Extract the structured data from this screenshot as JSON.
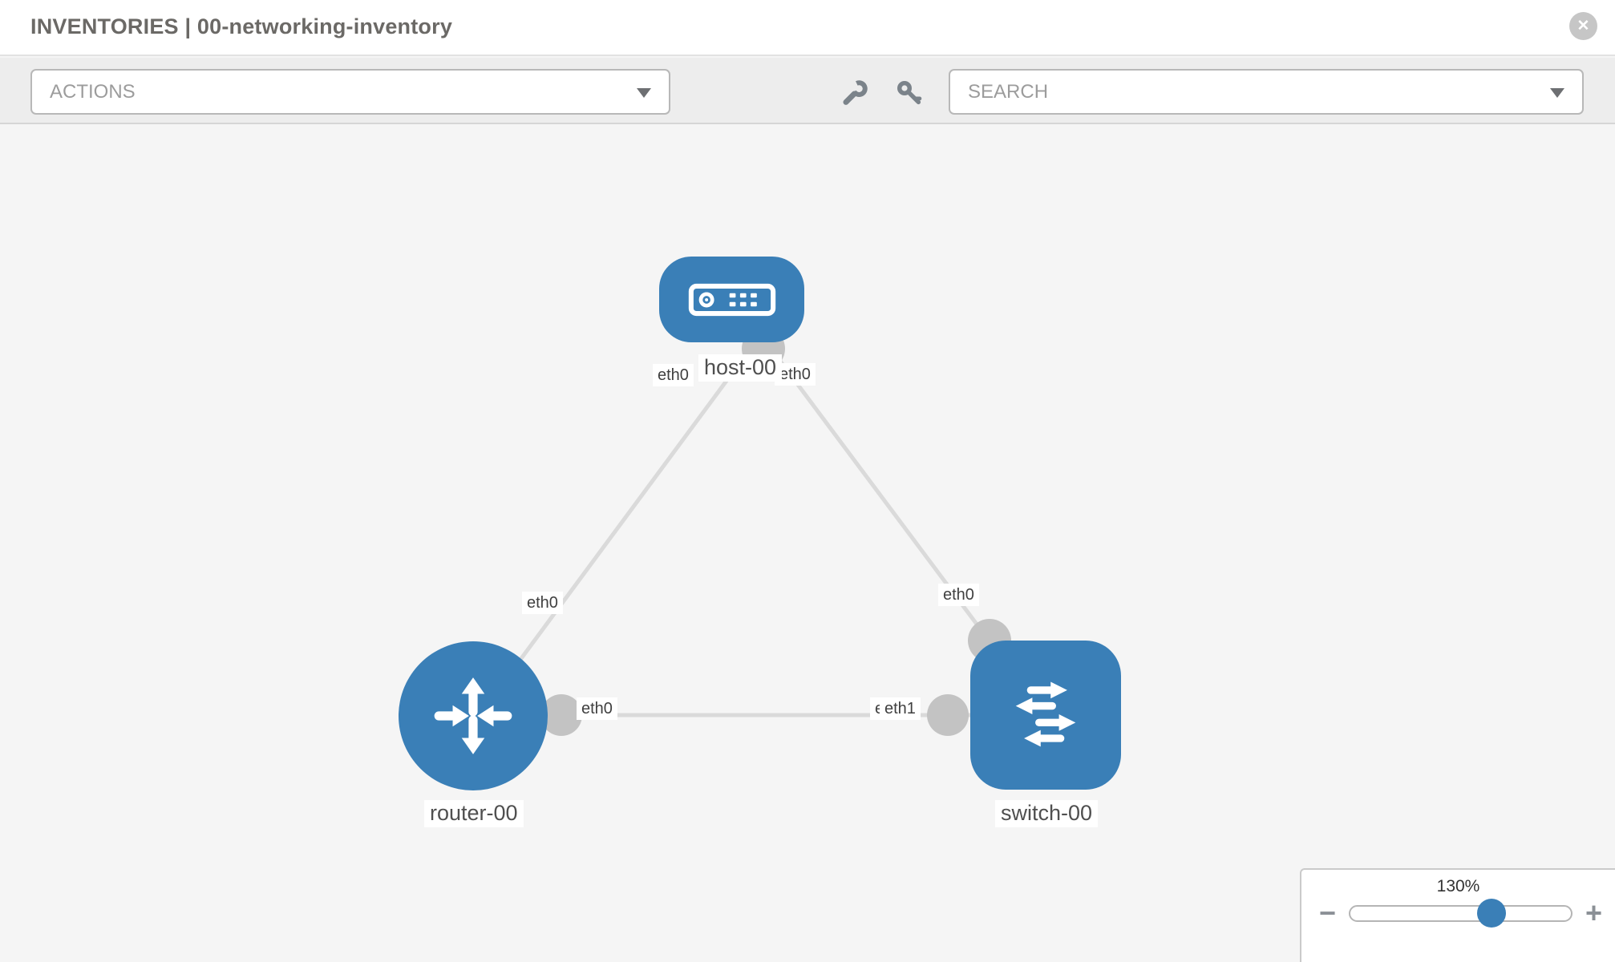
{
  "header": {
    "title": "INVENTORIES | 00-networking-inventory",
    "close_label": "✕"
  },
  "toolbar": {
    "actions_label": "ACTIONS",
    "search_label": "SEARCH"
  },
  "topology": {
    "nodes": [
      {
        "name": "host-00",
        "type": "host"
      },
      {
        "name": "router-00",
        "type": "router"
      },
      {
        "name": "switch-00",
        "type": "switch"
      }
    ],
    "links": [
      {
        "from": "host-00",
        "to": "router-00"
      },
      {
        "from": "host-00",
        "to": "switch-00"
      },
      {
        "from": "router-00",
        "to": "switch-00"
      }
    ],
    "interface_labels": {
      "host_left": "eth0",
      "host_right": "eth0",
      "router_top": "eth0",
      "router_right": "eth0",
      "switch_top": "eth0",
      "switch_left_hidden": "eth0",
      "switch_left": "eth1"
    }
  },
  "zoom_widget": {
    "level": "130%",
    "minus_label": "−",
    "plus_label": "+"
  },
  "colors": {
    "node_blue": "#3a7fb7",
    "link_gray": "#dadada",
    "connector_gray": "#c3c3c3"
  }
}
